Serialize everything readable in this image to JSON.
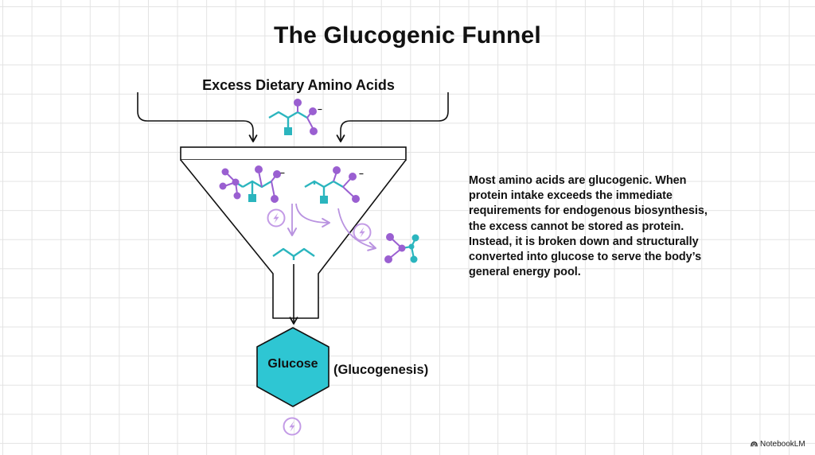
{
  "title": "The Glucogenic Funnel",
  "input_label": "Excess Dietary Amino Acids",
  "explanation": "Most amino acids are glucogenic. When protein intake exceeds the immediate requirements for endogenous biosynthesis, the excess cannot be stored as protein. Instead, it is broken down and structurally converted into glucose to serve the body’s general energy pool.",
  "output": {
    "label": "Glucose",
    "process_label": "(Glucogenesis)"
  },
  "charge_sign": "−",
  "brand": "NotebookLM",
  "colors": {
    "teal": "#2bb5be",
    "glucose_fill": "#2ec6d3",
    "purple": "#9a5fd1",
    "energy_light": "#c39be6",
    "arrow_light": "#b993e0",
    "outline": "#111111"
  },
  "icons": {
    "energy": "lightning-bolt-icon",
    "brand": "notebooklm-logo-icon"
  }
}
